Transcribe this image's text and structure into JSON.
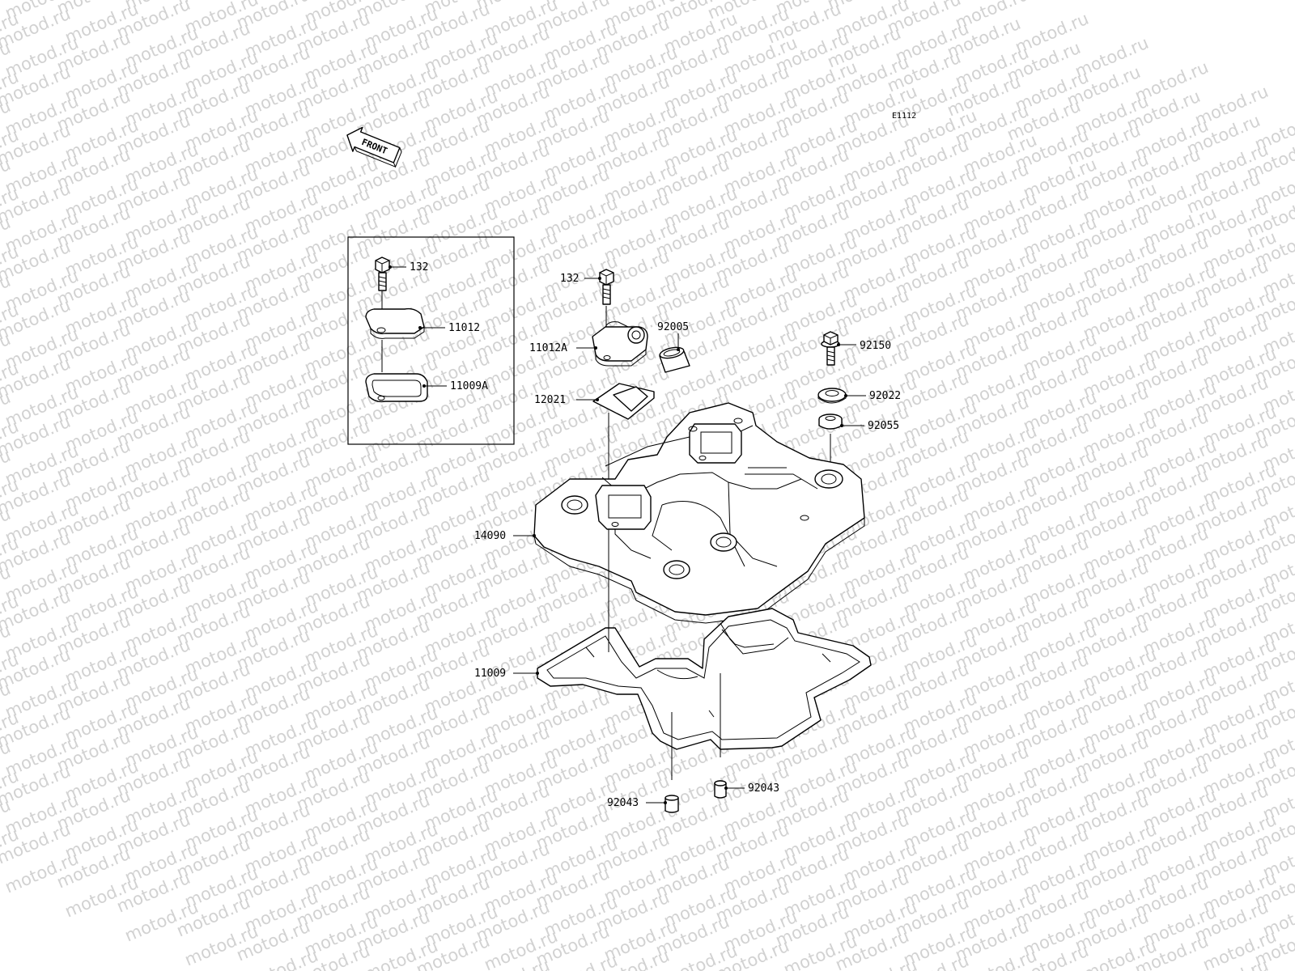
{
  "diagram": {
    "code": "E1112",
    "front_label": "FRONT",
    "watermark": "motod.ru",
    "parts": [
      {
        "key": "p132_inset",
        "number": "132"
      },
      {
        "key": "p11012",
        "number": "11012"
      },
      {
        "key": "p11009A",
        "number": "11009A"
      },
      {
        "key": "p132_main",
        "number": "132"
      },
      {
        "key": "p11012A",
        "number": "11012A"
      },
      {
        "key": "p92005",
        "number": "92005"
      },
      {
        "key": "p12021",
        "number": "12021"
      },
      {
        "key": "p92150",
        "number": "92150"
      },
      {
        "key": "p92022",
        "number": "92022"
      },
      {
        "key": "p92055",
        "number": "92055"
      },
      {
        "key": "p14090",
        "number": "14090"
      },
      {
        "key": "p11009",
        "number": "11009"
      },
      {
        "key": "p92043_right",
        "number": "92043"
      },
      {
        "key": "p92043_left",
        "number": "92043"
      }
    ]
  }
}
